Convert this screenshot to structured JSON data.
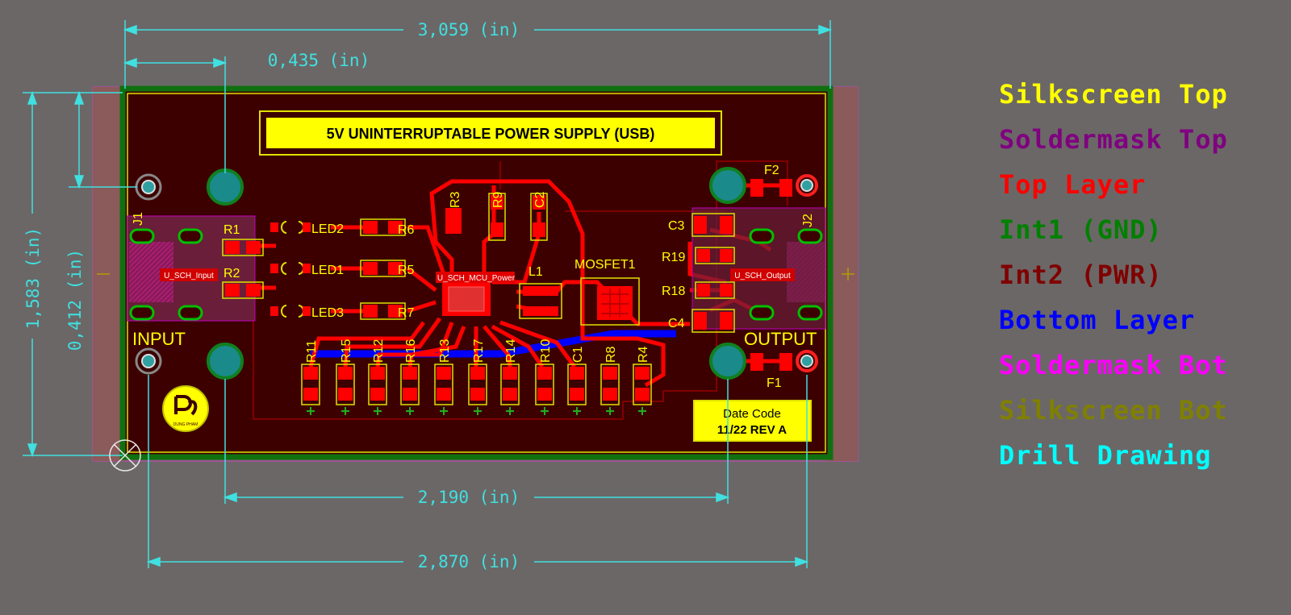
{
  "title": "5V UNINTERRUPTABLE POWER SUPPLY (USB)",
  "date_code": {
    "line1": "Date Code",
    "line2": "11/22 REV A"
  },
  "logo_text": "DUNG PHAM",
  "dimensions": {
    "overall_width": "3,059 (in)",
    "mount_offset_x": "0,435 (in)",
    "overall_height": "1,583 (in)",
    "mount_offset_y": "0,412 (in)",
    "mount_spacing_x": "2,190 (in)",
    "connector_spacing_x": "2,870 (in)"
  },
  "labels": {
    "input": "INPUT",
    "output": "OUTPUT",
    "j1": "J1",
    "j2": "J2",
    "u_input": "U_SCH_Input",
    "u_output": "U_SCH_Output",
    "u_mcu": "U_SCH_MCU_Power",
    "mosfet": "MOSFET1",
    "l1": "L1",
    "f1": "F1",
    "f2": "F2",
    "led1": "LED1",
    "led2": "LED2",
    "led3": "LED3",
    "r1": "R1",
    "r2": "R2",
    "r3": "R3",
    "r5": "R5",
    "r6": "R6",
    "r7": "R7",
    "r9": "R9",
    "r18": "R18",
    "r19": "R19",
    "c2": "C2",
    "c3": "C3",
    "c4": "C4"
  },
  "bottom_row_labels": [
    "R11",
    "R15",
    "R12",
    "R16",
    "R13",
    "R17",
    "R14",
    "R10",
    "C1",
    "R8",
    "R4"
  ],
  "legend": [
    {
      "label": "Silkscreen Top",
      "color": "#ffff00"
    },
    {
      "label": "Soldermask Top",
      "color": "#800080"
    },
    {
      "label": "Top Layer",
      "color": "#ff0000"
    },
    {
      "label": "Int1 (GND)",
      "color": "#008000"
    },
    {
      "label": "Int2 (PWR)",
      "color": "#800000"
    },
    {
      "label": "Bottom Layer",
      "color": "#0000ff"
    },
    {
      "label": "Soldermask Bot",
      "color": "#ff00ff"
    },
    {
      "label": "Silkscreen Bot",
      "color": "#808000"
    },
    {
      "label": "Drill Drawing",
      "color": "#00ffff"
    }
  ]
}
